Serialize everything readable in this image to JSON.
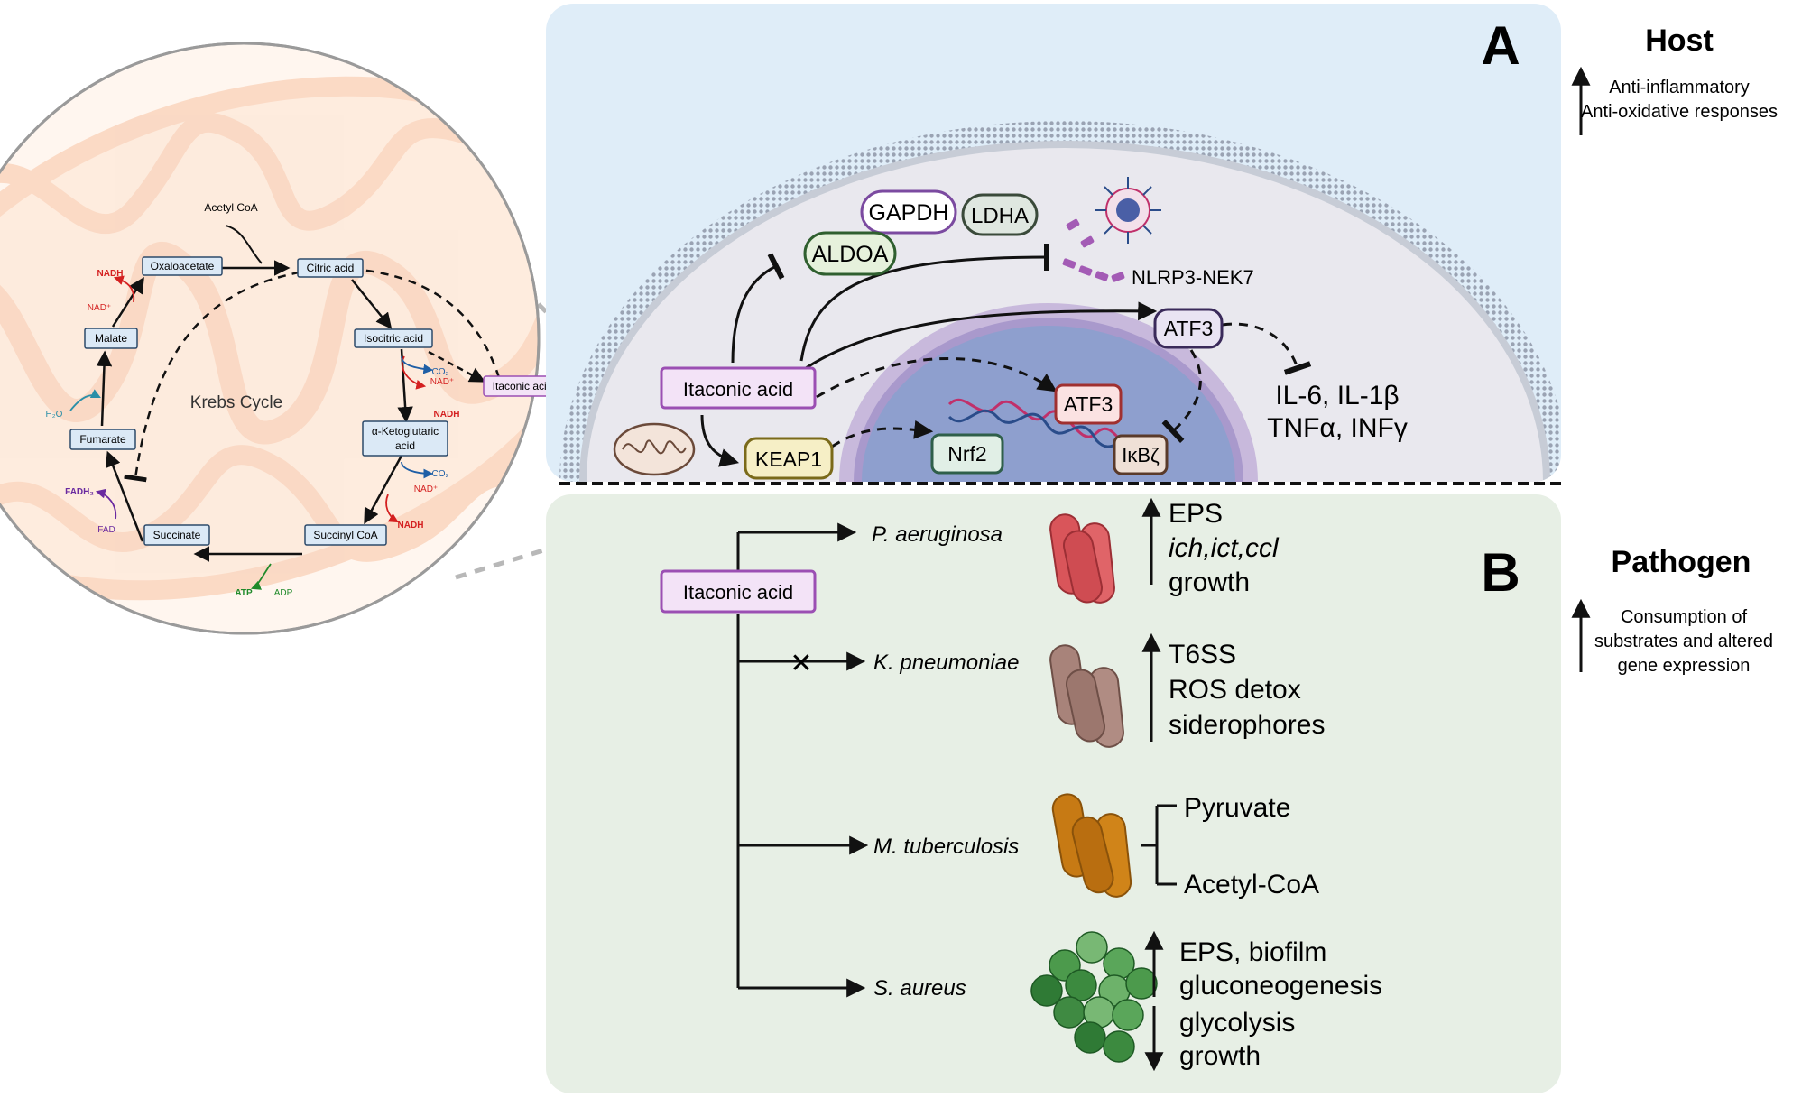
{
  "krebs": {
    "title": "Krebs Cycle",
    "acetyl_coa": "Acetyl CoA",
    "citric_acid": "Citric acid",
    "isocitric_acid": "Isocitric acid",
    "itaconic_acid": "Itaconic acid",
    "akg_line1": "α-Ketoglutaric",
    "akg_line2": "acid",
    "succinyl_coa": "Succinyl CoA",
    "succinate": "Succinate",
    "fumarate": "Fumarate",
    "malate": "Malate",
    "oxaloacetate": "Oxaloacetate",
    "nadh": "NADH",
    "nad": "NAD⁺",
    "co2": "CO₂",
    "fadh2": "FADH₂",
    "fad": "FAD",
    "atp": "ATP",
    "adp": "ADP",
    "h2o": "H₂O"
  },
  "panel_a": {
    "letter": "A",
    "side_title": "Host",
    "side_line1": "Anti-inflammatory",
    "side_line2": "Anti-oxidative responses",
    "itaconic": "Itaconic acid",
    "gapdh": "GAPDH",
    "ldha": "LDHA",
    "aldoa": "ALDOA",
    "nlrp3": "NLRP3-NEK7",
    "atf3_cyto": "ATF3",
    "atf3_nuc": "ATF3",
    "keap1": "KEAP1",
    "nrf2": "Nrf2",
    "ikbz": "IκBζ",
    "cytokines_line1": "IL-6, IL-1β",
    "cytokines_line2": "TNFα, INFγ"
  },
  "panel_b": {
    "letter": "B",
    "side_title": "Pathogen",
    "side_line1": "Consumption of",
    "side_line2": "substrates and altered",
    "side_line3": "gene expression",
    "itaconic": "Itaconic acid",
    "pathogens": [
      {
        "name": "P. aeruginosa",
        "effects": [
          "EPS",
          "ich,ict,ccl",
          "growth"
        ]
      },
      {
        "name": "K. pneumoniae",
        "effects": [
          "T6SS",
          "ROS detox",
          "siderophores"
        ]
      },
      {
        "name": "M. tuberculosis",
        "effects": [
          "Pyruvate",
          "Acetyl-CoA"
        ]
      },
      {
        "name": "S. aureus",
        "effects_up": [
          "EPS, biofilm",
          "gluconeogenesis"
        ],
        "effects_down": [
          "glycolysis",
          "growth"
        ]
      }
    ]
  },
  "colors": {
    "host_bg": "#dfedf8",
    "pathogen_bg": "#e7efe5",
    "itaconic_border": "#9b4fb3",
    "itaconic_fill": "#f3e3f7",
    "nadh_red": "#d42020",
    "co2_blue": "#1f5fa6",
    "atp_green": "#1f8a2a",
    "fad_purple": "#6a2aa0"
  }
}
